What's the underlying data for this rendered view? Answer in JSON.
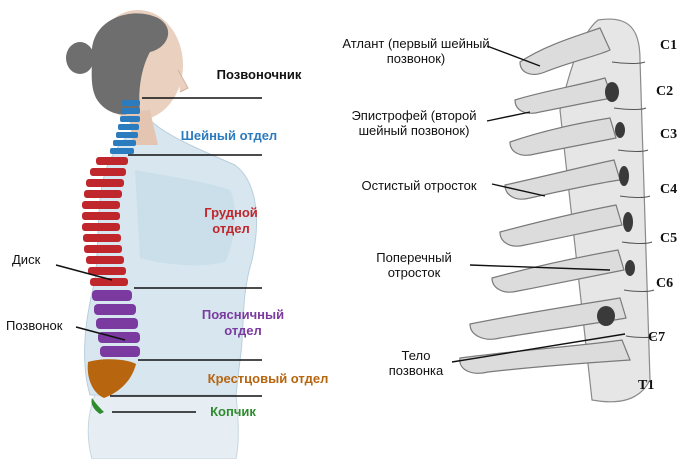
{
  "colors": {
    "cervical": "#2b7bbf",
    "thoracic": "#c0272d",
    "lumbar": "#7a3aa0",
    "sacral": "#b8650f",
    "coccyx": "#2e8b2e",
    "title": "#111111"
  },
  "left": {
    "spine": "Позвоночник",
    "cervical": "Шейный отдел",
    "thoracic": "Грудной отдел",
    "lumbar": "Поясничный отдел",
    "sacral": "Крестцовый отдел",
    "coccyx": "Копчик",
    "disc": "Диск",
    "vertebra": "Позвонок"
  },
  "right": {
    "atlas": "Атлант (первый шейный позвонок)",
    "axis": "Эпистрофей (второй шейный позвонок)",
    "spinous": "Остистый отросток",
    "transverse": "Поперечный отросток",
    "body": "Тело позвонка",
    "levels": [
      "C1",
      "C2",
      "C3",
      "C4",
      "C5",
      "C6",
      "C7",
      "T1"
    ]
  }
}
